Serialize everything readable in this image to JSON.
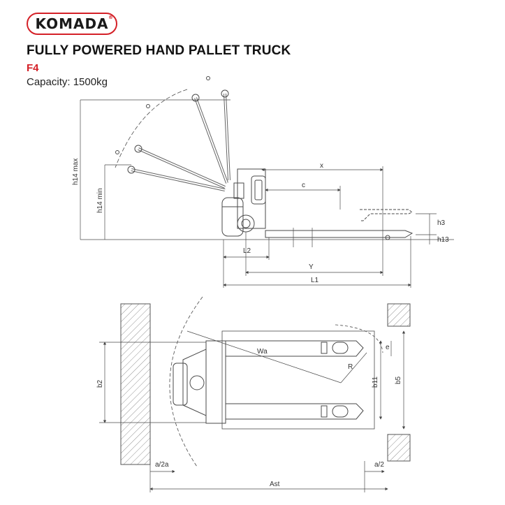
{
  "brand": {
    "name": "KOMADA",
    "reg": "®"
  },
  "header": {
    "title": "FULLY POWERED HAND PALLET TRUCK",
    "model": "F4",
    "capacity": "Capacity: 1500kg"
  },
  "side_view_labels": {
    "x": "x",
    "c": "c",
    "h14max": "h14 max",
    "h14min": "h14 min",
    "h3": "h3",
    "h13": "h13",
    "L2": "L2",
    "Y": "Y",
    "L1": "L1"
  },
  "top_view_labels": {
    "Wa": "Wa",
    "R": "R",
    "e": "e",
    "b2": "b2",
    "b11": "b11",
    "b5": "b5",
    "a2a": "a/2a",
    "a2": "a/2",
    "Ast": "Ast"
  },
  "colors": {
    "brand_red": "#d42027",
    "line": "#4a4a4a",
    "text": "#111111"
  }
}
